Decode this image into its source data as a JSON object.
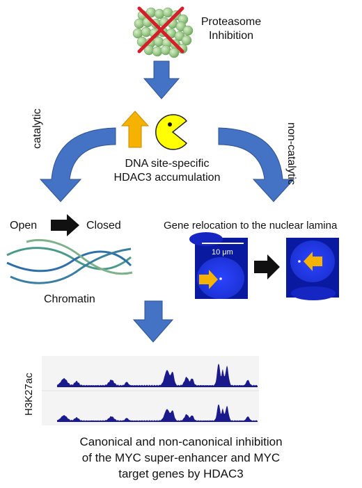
{
  "title_lines": [
    "Proteasome",
    "Inhibition"
  ],
  "branch_left": "catalytic",
  "branch_right": "non-catalytic",
  "center_lines": [
    "DNA site-specific",
    "HDAC3 accumulation"
  ],
  "open_label": "Open",
  "closed_label": "Closed",
  "chromatin_label": "Chromatin",
  "relocation_label": "Gene relocation to the nuclear lamina",
  "scale_label": "10 μm",
  "track_label": "H3K27ac",
  "caption_lines": [
    "Canonical and non-canonical inhibition",
    "of the MYC super-enhancer and MYC",
    "target genes by HDAC3"
  ],
  "colors": {
    "arrow_blue": "#4472c4",
    "nucleus_blue": "#1c33d6",
    "cell_bg": "#0a1aa0",
    "orange_arrow": "#f5b200",
    "pacman_yellow": "#ffff00",
    "track_fill": "#1a1a8c",
    "cross_red": "#d61e2a",
    "proteasome_green": "#9cc98a"
  },
  "icons": [
    "proteasome-icon",
    "cross-icon",
    "up-arrow-icon",
    "pacman-icon"
  ]
}
